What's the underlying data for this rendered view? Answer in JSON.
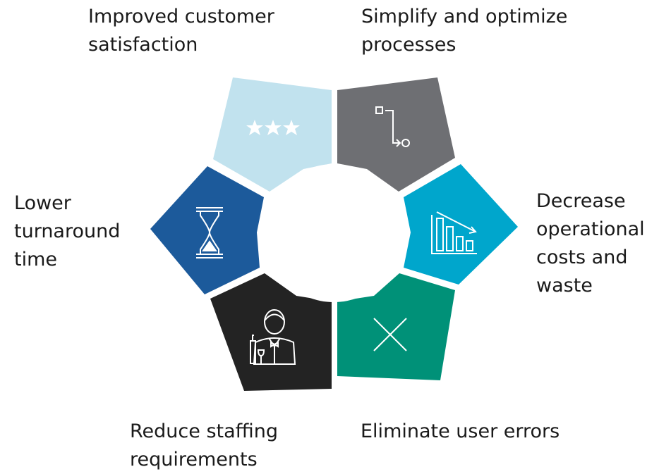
{
  "benefits": [
    {
      "line1": "Improved customer",
      "line2": "satisfaction",
      "line3": "",
      "line4": "",
      "color": "#c1e2ee",
      "icon": "three-stars-icon"
    },
    {
      "line1": "Simplify and optimize",
      "line2": "processes",
      "line3": "",
      "line4": "",
      "color": "#6e6f73",
      "icon": "process-flow-icon"
    },
    {
      "line1": "Decrease",
      "line2": "operational",
      "line3": "costs and",
      "line4": "waste",
      "color": "#00a6cc",
      "icon": "declining-bar-chart-icon"
    },
    {
      "line1": "Eliminate user errors",
      "line2": "",
      "line3": "",
      "line4": "",
      "color": "#009178",
      "icon": "x-mark-icon"
    },
    {
      "line1": "Reduce staffing",
      "line2": "requirements",
      "line3": "",
      "line4": "",
      "color": "#232323",
      "icon": "waiter-icon"
    },
    {
      "line1": "Lower",
      "line2": "turnaround",
      "line3": "time",
      "line4": "",
      "color": "#1c5a9b",
      "icon": "hourglass-icon"
    }
  ],
  "icon_color": "#ffffff"
}
